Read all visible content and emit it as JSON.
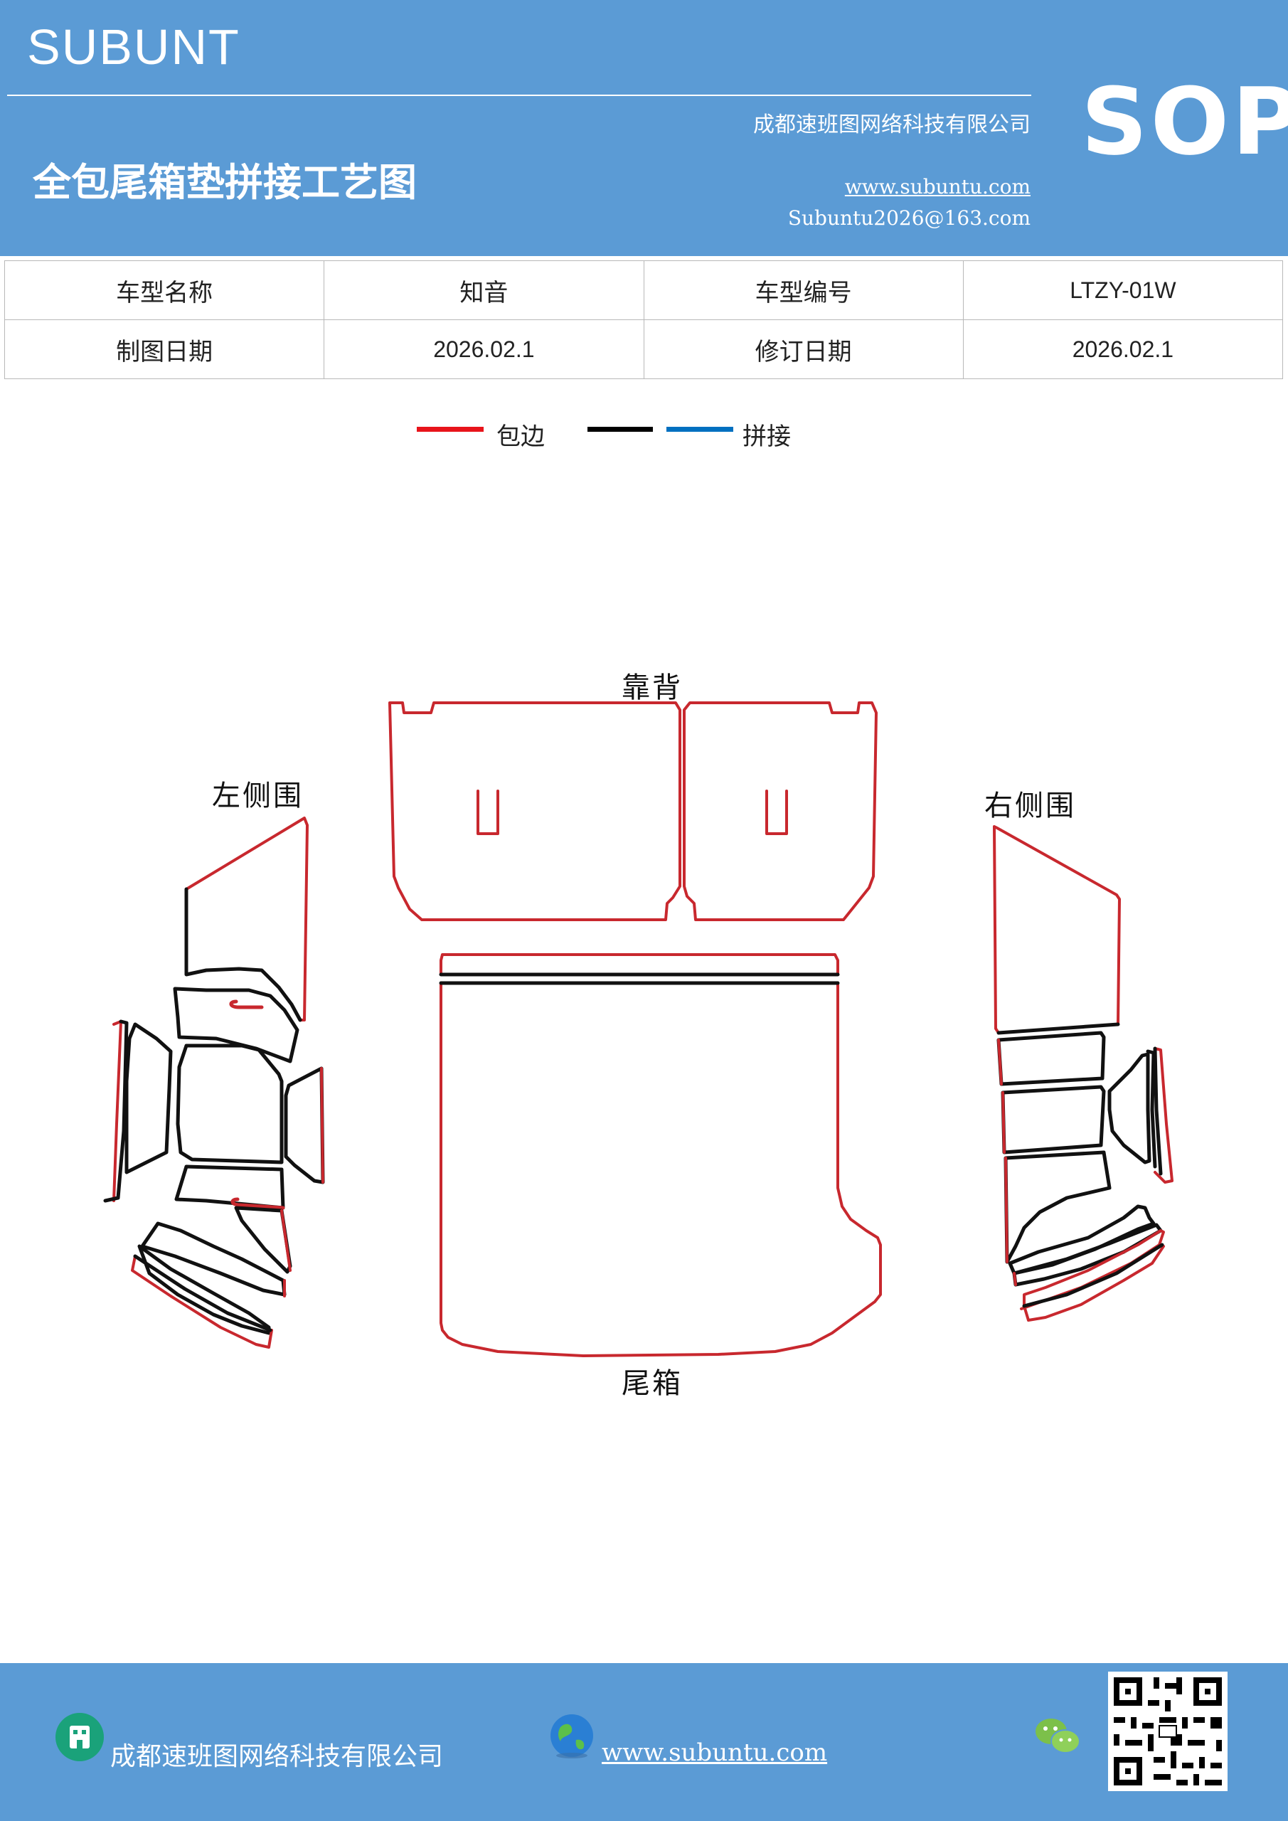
{
  "header": {
    "brand": "SUBUNT",
    "company": "成都速班图网络科技有限公司",
    "title": "全包尾箱垫拼接工艺图",
    "website": "www.subuntu.com",
    "email": "Subuntu2026@163.com",
    "badge": "SOP"
  },
  "info_table": {
    "rows": [
      [
        "车型名称",
        "知音",
        "车型编号",
        "LTZY-01W"
      ],
      [
        "制图日期",
        "2026.02.1",
        "修订日期",
        "2026.02.1"
      ]
    ]
  },
  "legend": {
    "edge_label": "包边",
    "join_label": "拼接",
    "colors": {
      "edge": "#e8141b",
      "black": "#000000",
      "join": "#0070c0"
    }
  },
  "diagram": {
    "labels": {
      "backrest": "靠背",
      "left": "左侧围",
      "right": "右侧围",
      "trunk": "尾箱"
    },
    "colors": {
      "edge": "#c8282e",
      "seam": "#111111"
    }
  },
  "footer": {
    "company": "成都速班图网络科技有限公司",
    "website": "www.subuntu.com",
    "icons": [
      "building-icon",
      "globe-icon",
      "wechat-icon",
      "qr-code"
    ]
  }
}
